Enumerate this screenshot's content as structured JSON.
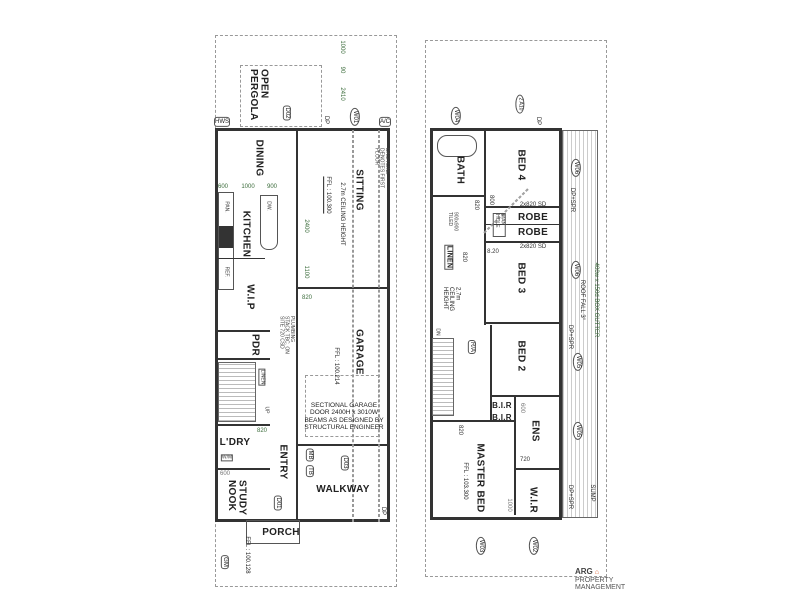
{
  "ground_floor": {
    "labels": {
      "open_pergola": "OPEN PERGOLA",
      "d02": "D02",
      "w01": "W01",
      "hws": "HWS",
      "ac": "A/C",
      "dp_top": "DP",
      "dim_1000": "1000",
      "dim_90": "90",
      "dim_2410": "2410",
      "dining": "DINING",
      "dim_600": "600",
      "dim_1000b": "1000",
      "dim_900": "900",
      "dash_note": "DASH LINE DENOTES FIRST FLOOR",
      "sitting": "SITTING",
      "ceiling": "2.7m CEILING HEIGHT",
      "ffl_sitting": "FFL : 100.300",
      "dim_2400": "2400",
      "dim_1100": "1100",
      "kitchen": "KITCHEN",
      "pan": "PAN.",
      "dw": "DW.",
      "ref": "REF.",
      "wip": "W.I.P",
      "dim_820": "820",
      "plumbing": "PLUMBING STACK TBC. ON SITE 720 CSD",
      "pdr": "PDR",
      "garage": "GARAGE",
      "ffl_garage": "FFL : 100.214",
      "linen": "LINEN",
      "up": "UP",
      "garage_door": "SECTIONAL GARAGE DOOR 2400H x 3010W BEAMS AS DESIGNED BY STRUCTURAL ENGINEER",
      "laundry": "L'DRY",
      "dim_820b": "820",
      "wm": "W/M",
      "entry": "ENTRY",
      "mb": "MB",
      "tb": "TB",
      "d03": "D03",
      "walkway": "WALKWAY",
      "study_nook": "STUDY NOOK",
      "dim_600b": "600",
      "d01": "D01",
      "dp_bottom": "DP",
      "porch": "PORCH",
      "ffl_porch": "FFL : 100.128",
      "gm": "GM"
    }
  },
  "first_floor": {
    "labels": {
      "w04": "W04",
      "section_marker": "2 A10",
      "dp_top": "DP",
      "bed4": "BED 4",
      "bath": "BATH",
      "w06a": "W06",
      "dp_spr1": "DP+SPR",
      "sd_top": "2x820 SD",
      "robe1": "ROBE",
      "robe2": "ROBE",
      "sd_bottom": "2x820 SD",
      "man_hole": "MAN HOLE",
      "tiled": "900x900 TILED",
      "dim_820a": "820",
      "dim_800": "800",
      "linen": "LINEN",
      "dim_820b": "820",
      "dim_820c": "8.20",
      "bed3": "BED 3",
      "w06b": "W06",
      "gutter": "400w x 150d BOX GUTTER",
      "roof_fall": "ROOF FALL 3°",
      "ceiling": "2.7m CEILING HEIGHT",
      "dn": "DN",
      "dp_spr2": "DP+SPR",
      "ra": "R/A",
      "bed2": "BED 2",
      "w05a": "W05",
      "bir1": "B.I.R",
      "bir2": "B.I.R",
      "dim_600": "600",
      "ens": "ENS",
      "w05b": "W05",
      "dim_720": "720",
      "dim_820d": "820",
      "master_bed": "MASTER BED",
      "ffl_master": "FFL : 103.300",
      "dim_1000": "1000",
      "wir": "W.I.R",
      "dp_spr3": "DP+SPR",
      "sump": "SUMP",
      "w03": "W03",
      "w02": "W02"
    }
  },
  "logo": {
    "brand": "ARG",
    "line1": "PROPERTY",
    "line2": "MANAGEMENT"
  }
}
